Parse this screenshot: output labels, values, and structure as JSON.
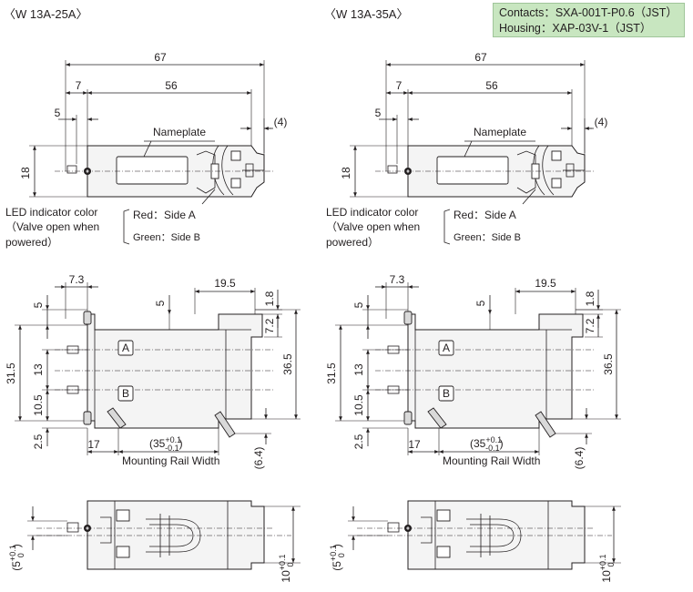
{
  "models": [
    {
      "title": "〈W 13A-25A〉"
    },
    {
      "title": "〈W 13A-35A〉"
    }
  ],
  "spec": {
    "contacts": "Contacts：SXA-001T-P0.6（JST）",
    "housing": "Housing：XAP-03V-1（JST）"
  },
  "labels": {
    "nameplate": "Nameplate",
    "led_line1": "LED indicator color",
    "led_line2": "（Valve open when",
    "led_line3": "powered）",
    "red_side": "Red：Side A",
    "green_side": "Green：Side B",
    "rail_width": "Mounting Rail Width",
    "side_a": "A",
    "side_b": "B"
  },
  "dimensions": {
    "top_67": "67",
    "top_7": "7",
    "top_56": "56",
    "top_5": "5",
    "top_4": "(4)",
    "top_18": "18",
    "front_7_3": "7.3",
    "front_19_5": "19.5",
    "front_1_8": "1.8",
    "front_5": "5",
    "front_5b": "5",
    "front_7_2": "7.2",
    "front_31_5": "31.5",
    "front_13": "13",
    "front_36_5": "36.5",
    "front_10_5": "10.5",
    "front_2_5": "2.5",
    "front_17": "17",
    "front_35": "(35",
    "front_35_tol_up": "+0.1",
    "front_35_tol_dn": "-0.1",
    "front_35_close": ")",
    "front_6_4": "(6.4)",
    "bottom_5": "(5",
    "bottom_10": "10",
    "tol_up": "+0.1",
    "tol_dn": "0",
    "paren_close": ")"
  }
}
